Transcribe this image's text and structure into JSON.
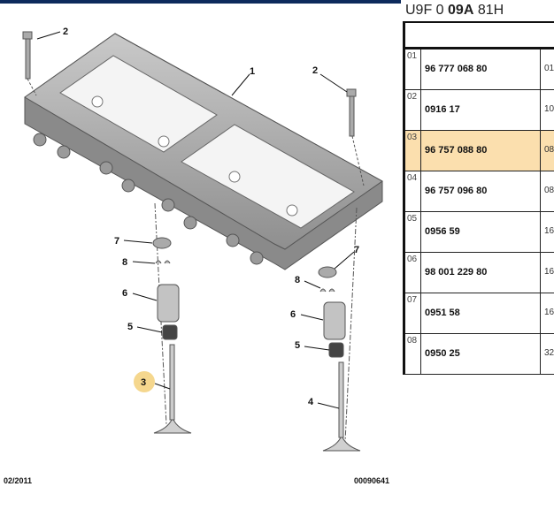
{
  "diagram": {
    "callouts": {
      "c1": "1",
      "c2a": "2",
      "c2b": "2",
      "c3": "3",
      "c4": "4",
      "c5a": "5",
      "c5b": "5",
      "c6a": "6",
      "c6b": "6",
      "c7a": "7",
      "c7b": "7",
      "c8a": "8",
      "c8b": "8"
    },
    "date": "02/2011",
    "drawing_number": "00090641",
    "highlight_color": "#f5d78e"
  },
  "panel": {
    "title_prefix": "U9F 0 ",
    "title_bold": "09A",
    "title_suffix": " 81H",
    "rows": [
      {
        "index": "01",
        "ref": "96 777 068 80",
        "qty": "01"
      },
      {
        "index": "02",
        "ref": "0916 17",
        "qty": "10"
      },
      {
        "index": "03",
        "ref": "96 757 088 80",
        "qty": "08",
        "selected": true
      },
      {
        "index": "04",
        "ref": "96 757 096 80",
        "qty": "08"
      },
      {
        "index": "05",
        "ref": "0956 59",
        "qty": "16"
      },
      {
        "index": "06",
        "ref": "98 001 229 80",
        "qty": "16"
      },
      {
        "index": "07",
        "ref": "0951 58",
        "qty": "16"
      },
      {
        "index": "08",
        "ref": "0950 25",
        "qty": "32"
      }
    ]
  }
}
